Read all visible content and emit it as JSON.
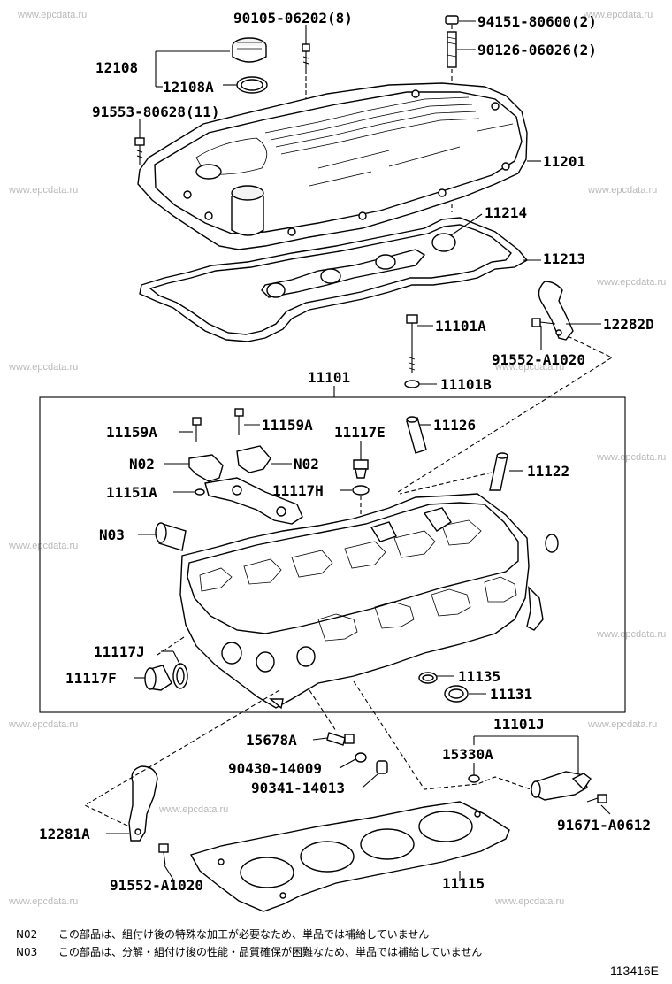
{
  "watermark": "www.epcdata.ru",
  "labels": {
    "p12108": "12108",
    "p12108A": "12108A",
    "p90105": "90105-06202(8)",
    "p94151": "94151-80600(2)",
    "p90126": "90126-06026(2)",
    "p91553": "91553-80628(11)",
    "p11201": "11201",
    "p11214": "11214",
    "p11213": "11213",
    "p12282D": "12282D",
    "p11101A": "11101A",
    "p91552top": "91552-A1020",
    "p11101B": "11101B",
    "p11101": "11101",
    "p11159A_l": "11159A",
    "p11159A_r": "11159A",
    "p11117E": "11117E",
    "p11126": "11126",
    "p11122": "11122",
    "pN02_l": "N02",
    "pN02_r": "N02",
    "p11151A": "11151A",
    "p11117H": "11117H",
    "pN03": "N03",
    "p11117J": "11117J",
    "p11117F": "11117F",
    "p11135": "11135",
    "p11131": "11131",
    "p15678A": "15678A",
    "p90430": "90430-14009",
    "p90341": "90341-14013",
    "p11101J": "11101J",
    "p15330A": "15330A",
    "p91671": "91671-A0612",
    "p12281A": "12281A",
    "p91552bot": "91552-A1020",
    "p11115": "11115"
  },
  "notes": [
    {
      "code": "N02",
      "text": "この部品は、組付け後の特殊な加工が必要なため、単品では補給していません"
    },
    {
      "code": "N03",
      "text": "この部品は、分解・組付け後の性能・品質確保が困難なため、単品では補給していません"
    }
  ],
  "figure_id": "113416E"
}
